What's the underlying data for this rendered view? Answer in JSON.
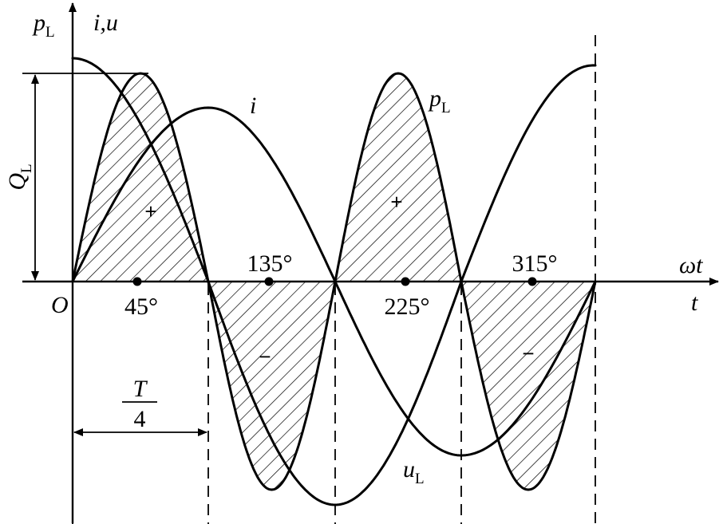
{
  "labels": {
    "p_axis": "p",
    "p_axis_sub": "L",
    "iu_axis": "i,u",
    "omega_t": "ωt",
    "t": "t",
    "origin": "O",
    "q_label": "Q",
    "q_label_sub": "L",
    "i_curve": "i",
    "p_curve": "p",
    "p_curve_sub": "L",
    "u_curve": "u",
    "u_curve_sub": "L",
    "period_num": "T",
    "period_den": "4"
  },
  "angle_labels": [
    "45°",
    "135°",
    "225°",
    "315°"
  ],
  "signs": [
    "+",
    "−",
    "+",
    "−"
  ]
}
